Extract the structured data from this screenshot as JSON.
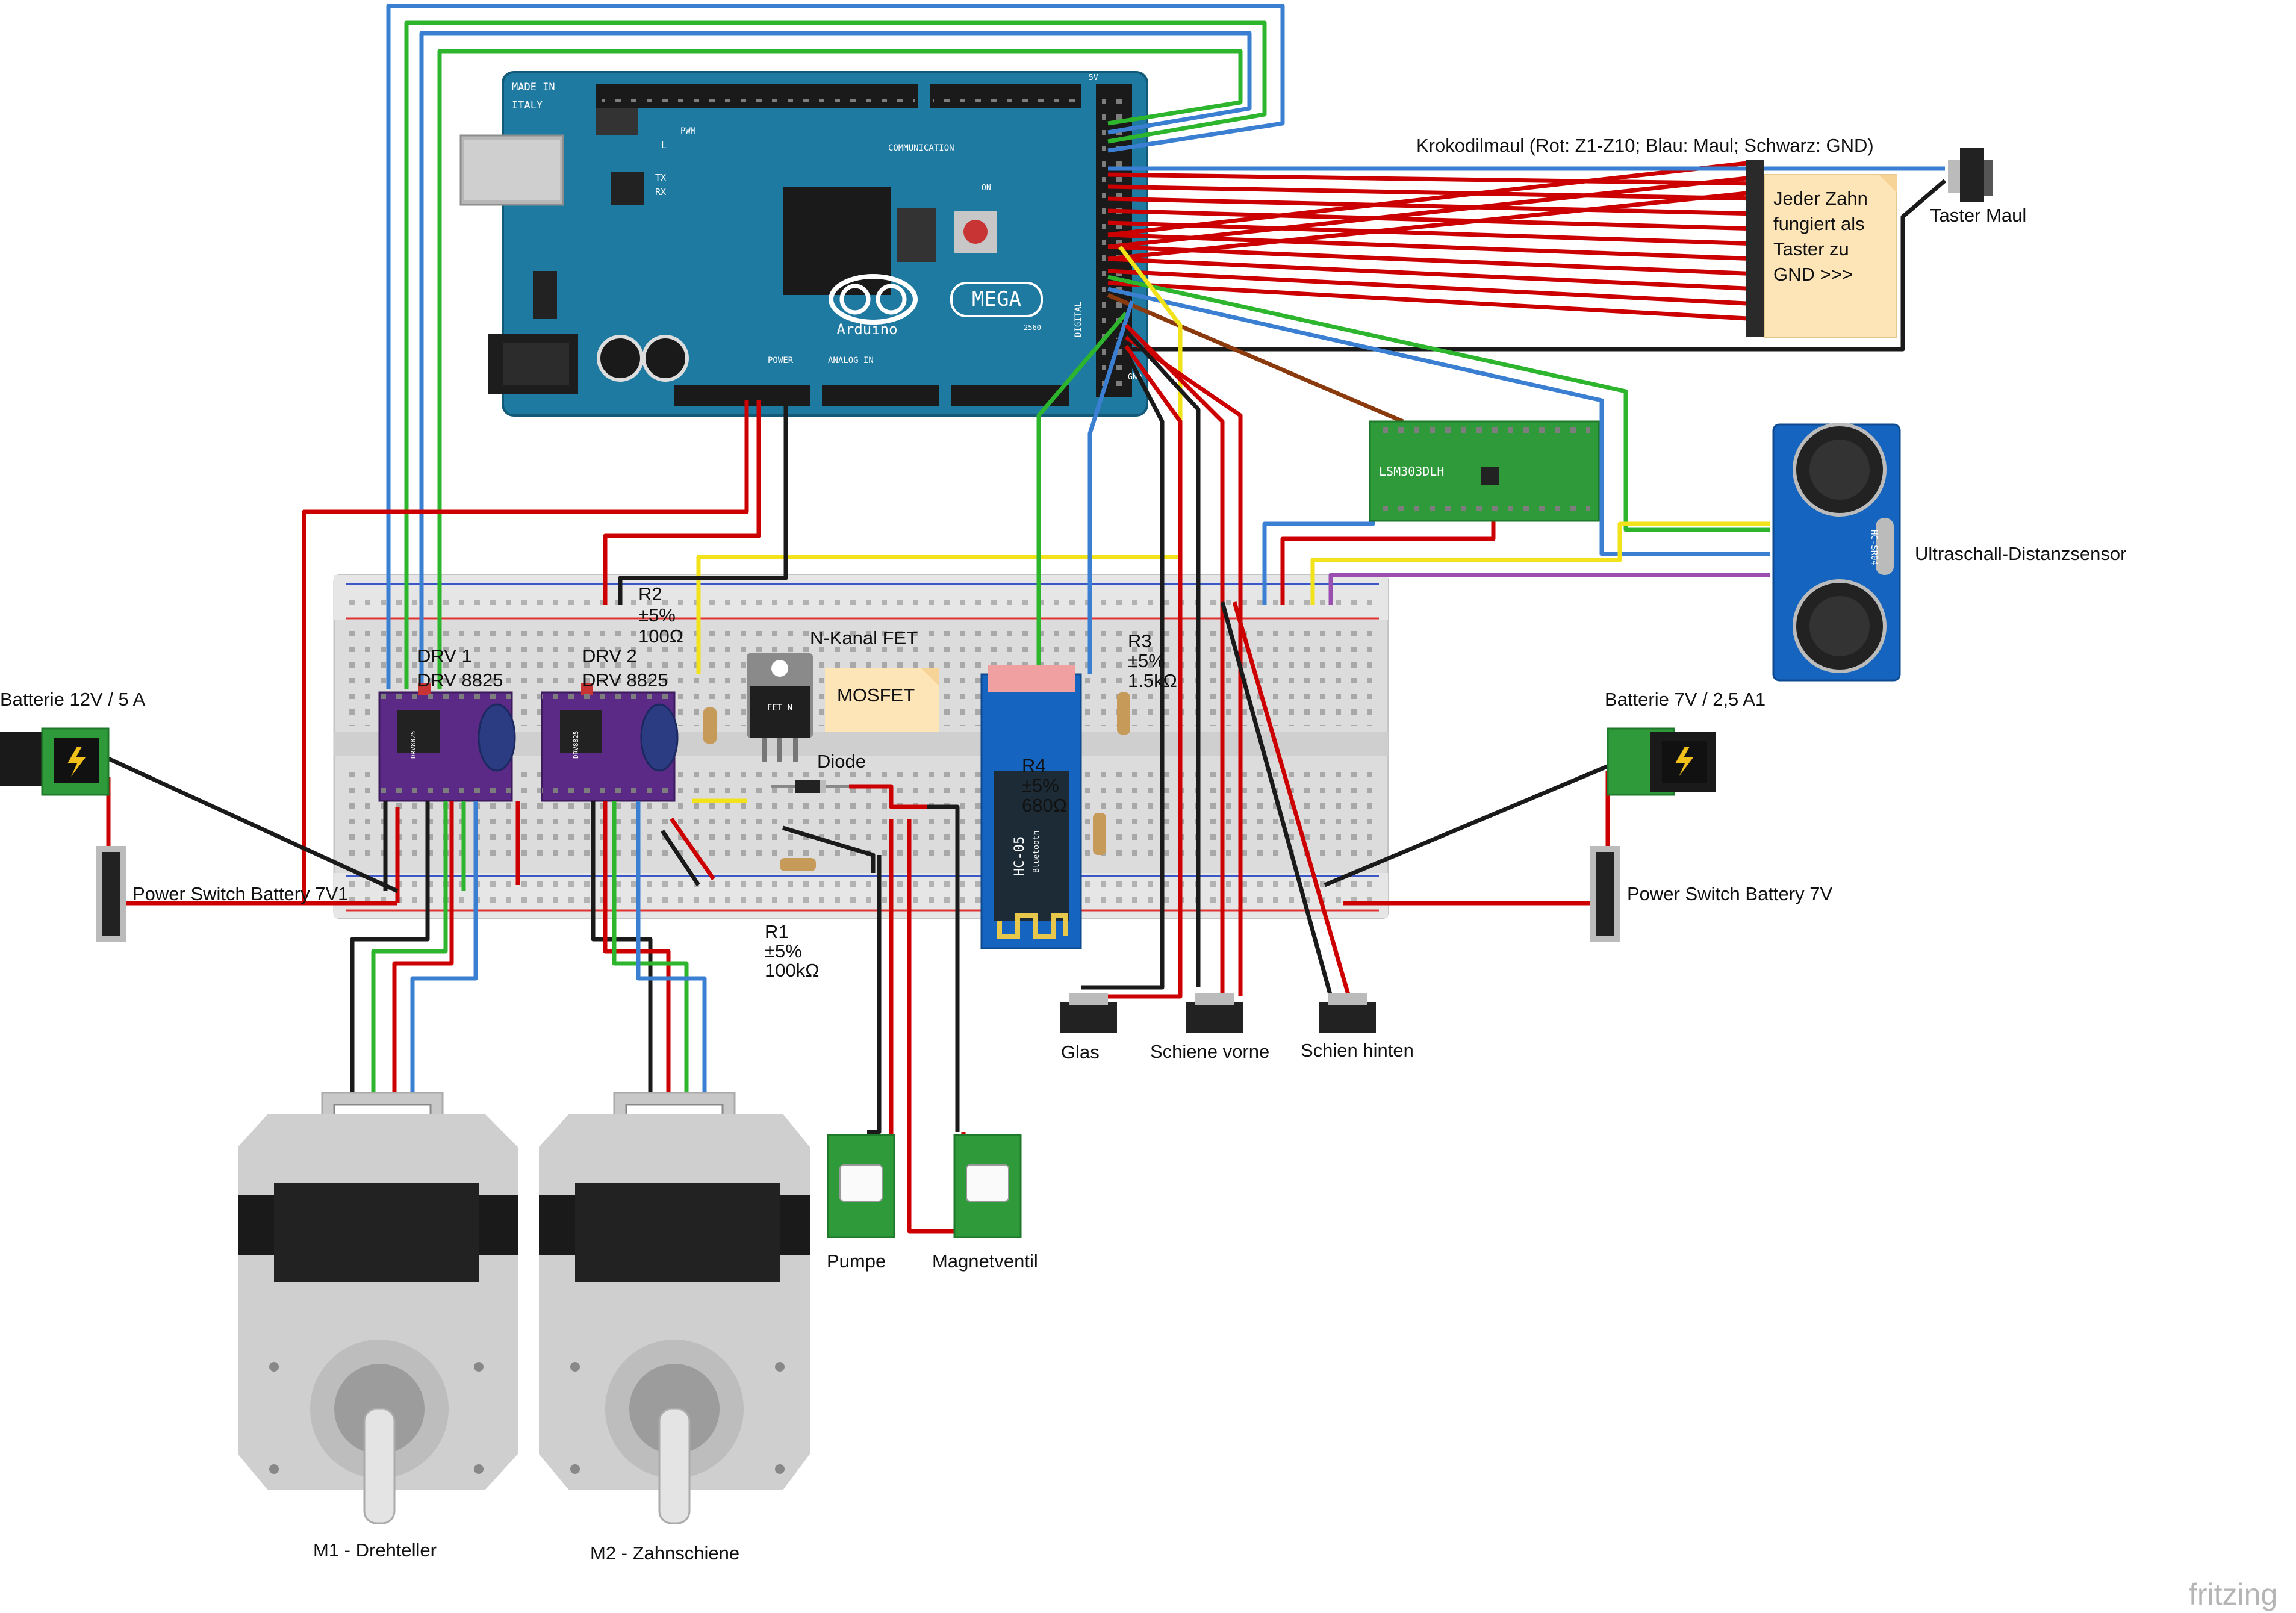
{
  "labels": {
    "krokodil_header": "Krokodilmaul (Rot: Z1-Z10; Blau: Maul; Schwarz: GND)",
    "taster_maul": "Taster Maul",
    "note_text": [
      "Jeder Zahn",
      "fungiert als",
      "Taster zu",
      "GND   >>>"
    ],
    "ultraschall": "Ultraschall-Distanzsensor",
    "batterie_12v": "Batterie 12V / 5 A",
    "batterie_7v": "Batterie 7V / 2,5 A1",
    "power_switch_left": "Power Switch Battery 7V1",
    "power_switch_right": "Power Switch Battery 7V",
    "drv1_name": "DRV 1",
    "drv1_part": "DRV 8825",
    "drv2_name": "DRV 2",
    "drv2_part": "DRV 8825",
    "r2": [
      "R2",
      "±5%",
      "100Ω"
    ],
    "r3": [
      "R3",
      "±5%",
      "1.5kΩ"
    ],
    "r4": [
      "R4",
      "±5%",
      "680Ω"
    ],
    "r1": [
      "R1",
      "±5%",
      "100kΩ"
    ],
    "nkanal": "N-Kanal FET",
    "mosfet": "MOSFET",
    "diode": "Diode",
    "glas": "Glas",
    "schiene_vorne": "Schiene vorne",
    "schien_hinten": "Schien hinten",
    "pumpe": "Pumpe",
    "magnetventil": "Magnetventil",
    "m1": "M1 - Drehteller",
    "m2": "M2 - Zahnschiene",
    "fritzing": "fritzing"
  },
  "arduino": {
    "made_in": "MADE IN",
    "italy": "ITALY",
    "brand": "Arduino",
    "model": "MEGA",
    "model_code": "2560",
    "pwm": "PWM",
    "communication": "COMMUNICATION",
    "power": "POWER",
    "analog_in": "ANALOG IN",
    "digital": "DIGITAL",
    "tx": "TX",
    "rx": "RX",
    "l": "L",
    "on": "ON",
    "gnd": "GND",
    "fivev": "5V"
  },
  "modules": {
    "lsm": "LSM303DLH",
    "hc05": "HC-05",
    "bluetooth": "Bluetooth",
    "hcsr04": "HC-SR04",
    "fet": "FET N",
    "drv_chip": "DRV8825"
  },
  "colors": {
    "arduino": "#1f7aa2",
    "wire_red": "#cc0000",
    "wire_blue": "#3a7fd1",
    "wire_green": "#2db52d",
    "wire_black": "#1a1a1a",
    "wire_yellow": "#f2e21a",
    "wire_brown": "#8b3a0e",
    "wire_purple": "#9a4fb0",
    "breadboard": "#dedede",
    "drv_board": "#5a2a86",
    "module_blue": "#1565c0",
    "pcb_green": "#2e9a3a",
    "note": "#fde5b8"
  }
}
